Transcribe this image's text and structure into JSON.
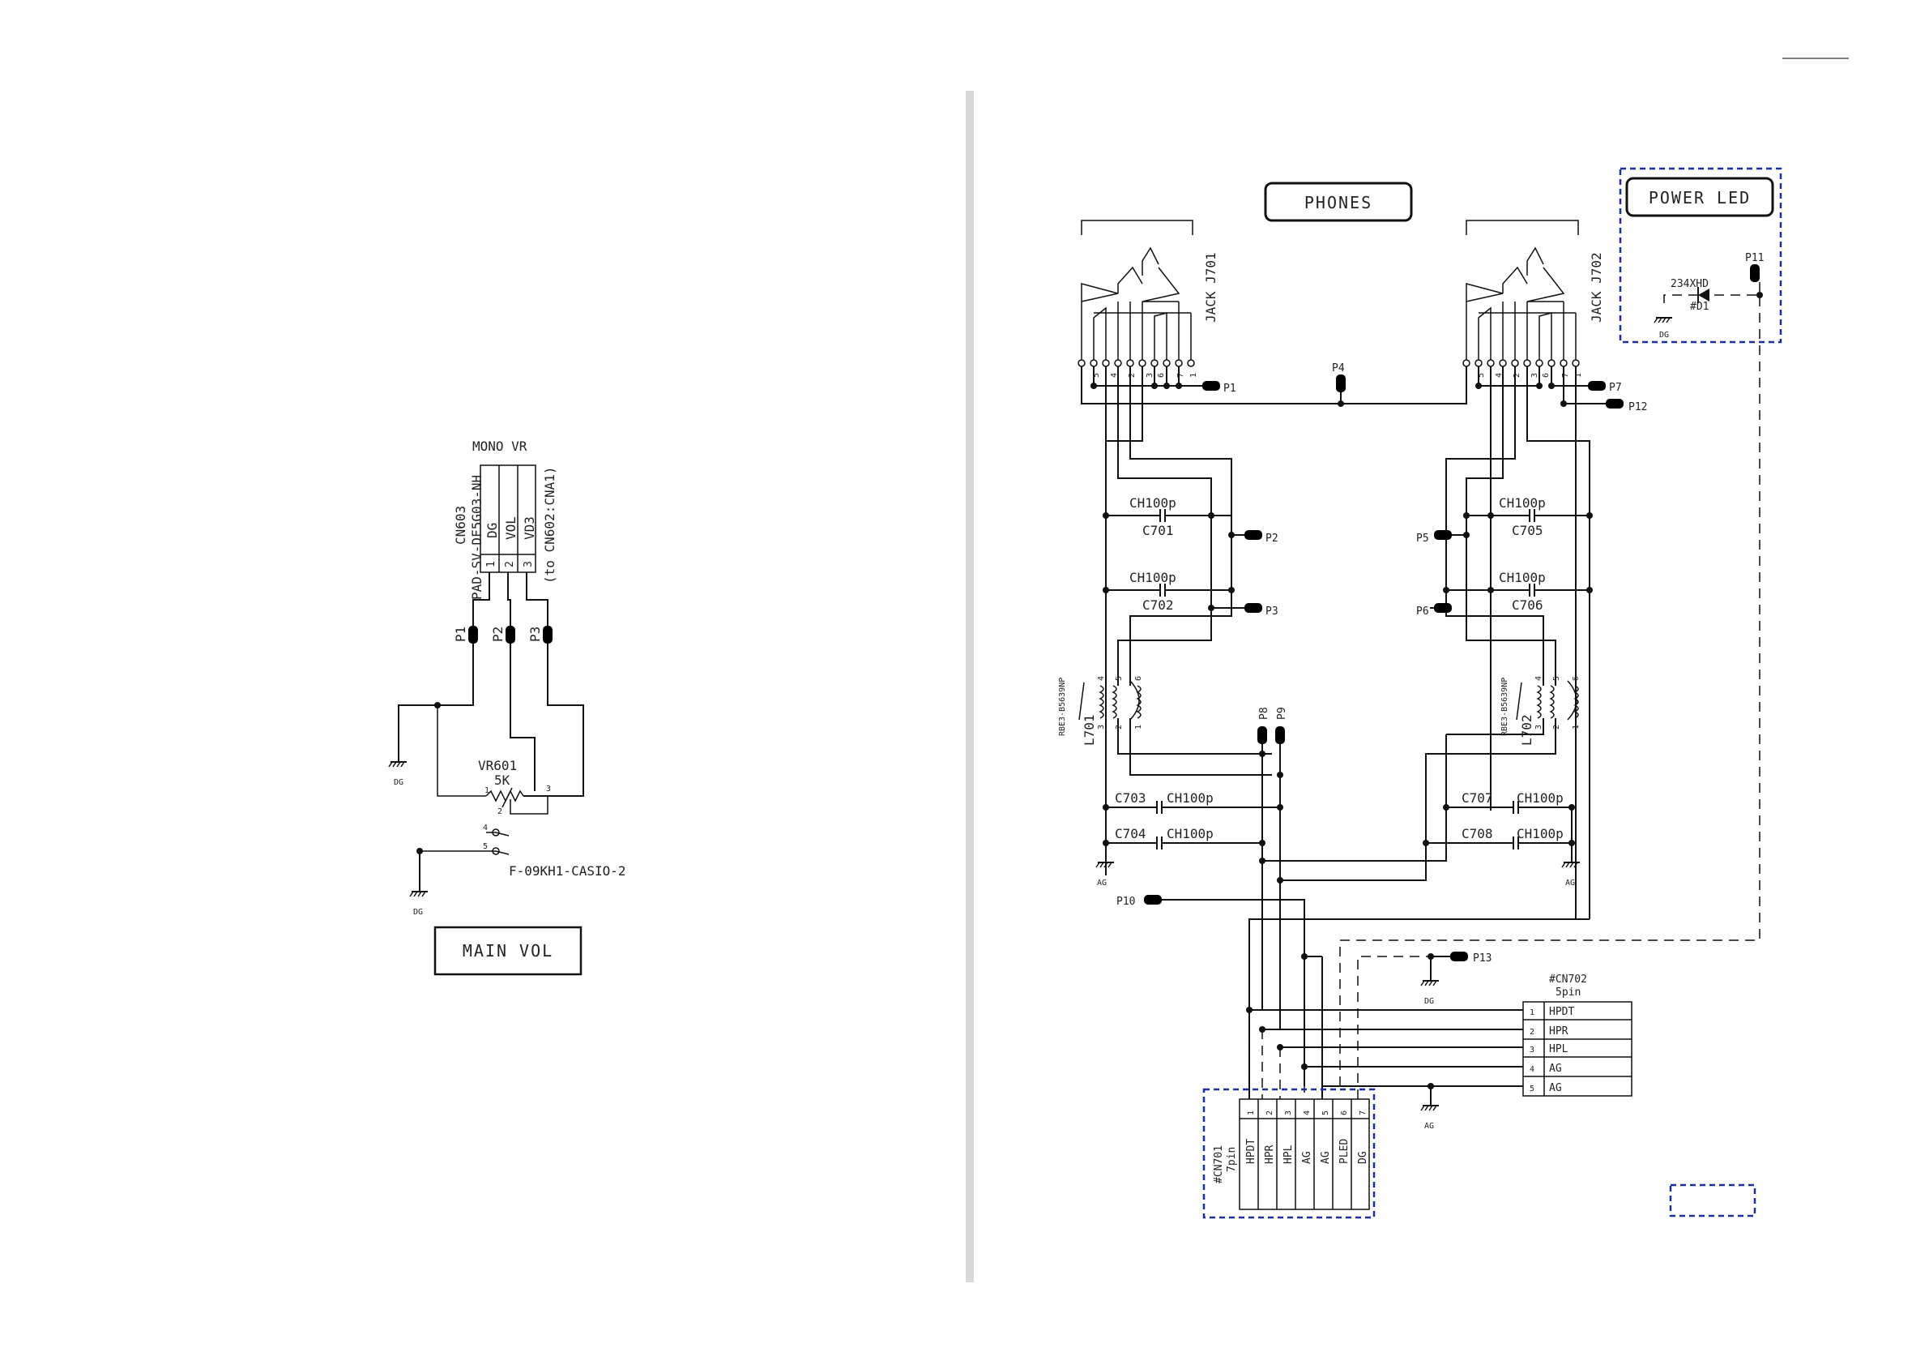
{
  "titles": {
    "phones": "PHONES",
    "power_led": "POWER LED",
    "main_vol": "MAIN VOL"
  },
  "left": {
    "cn603": "CN603",
    "cn603_part": "PAD-SV-DF5G03-NH",
    "mono_vr": "MONO VR",
    "to_cn602": "(to CN602:CNA1)",
    "pins": [
      {
        "num": "1",
        "name": "DG"
      },
      {
        "num": "2",
        "name": "VOL"
      },
      {
        "num": "3",
        "name": "VD3"
      }
    ],
    "p1": "P1",
    "p2": "P2",
    "p3": "P3",
    "vr601": "VR601",
    "vr601_value": "5K",
    "vr_pin1": "1",
    "vr_pin2": "2",
    "vr_pin3": "3",
    "sw_pin4": "4",
    "sw_pin5": "5",
    "jack_part": "F-09KH1-CASIO-2",
    "gnd_dg": "DG"
  },
  "jacks": {
    "j701": "JACK J701",
    "j702": "JACK J702",
    "pin_numbers": [
      "5",
      "4",
      "2",
      "3",
      "6",
      "7",
      "1"
    ]
  },
  "caps": {
    "c701": {
      "ref": "C701",
      "value": "CH100p"
    },
    "c702": {
      "ref": "C702",
      "value": "CH100p"
    },
    "c703": {
      "ref": "C703",
      "value": "CH100p"
    },
    "c704": {
      "ref": "C704",
      "value": "CH100p"
    },
    "c705": {
      "ref": "C705",
      "value": "CH100p"
    },
    "c706": {
      "ref": "C706",
      "value": "CH100p"
    },
    "c707": {
      "ref": "C707",
      "value": "CH100p"
    },
    "c708": {
      "ref": "C708",
      "value": "CH100p"
    }
  },
  "coils": {
    "l701": "L701",
    "l702": "L702",
    "part": "RBE3-B5639NP",
    "pins": [
      "3",
      "2",
      "1",
      "4",
      "5",
      "6"
    ]
  },
  "test_points": {
    "p1": "P1",
    "p2": "P2",
    "p3": "P3",
    "p4": "P4",
    "p5": "P5",
    "p6": "P6",
    "p7": "P7",
    "p8": "P8",
    "p9": "P9",
    "p10": "P10",
    "p11": "P11",
    "p12": "P12",
    "p13": "P13"
  },
  "led": {
    "part": "234XHD",
    "ref": "#D1",
    "gnd": "DG"
  },
  "cn701": {
    "ref": "#CN701",
    "pins_count": "7pin",
    "pins": [
      {
        "num": "1",
        "name": "HPDT"
      },
      {
        "num": "2",
        "name": "HPR"
      },
      {
        "num": "3",
        "name": "HPL"
      },
      {
        "num": "4",
        "name": "AG"
      },
      {
        "num": "5",
        "name": "AG"
      },
      {
        "num": "6",
        "name": "PLED"
      },
      {
        "num": "7",
        "name": "DG"
      }
    ]
  },
  "cn702": {
    "ref": "#CN702",
    "pins_count": "5pin",
    "pins": [
      {
        "num": "1",
        "name": "HPDT"
      },
      {
        "num": "2",
        "name": "HPR"
      },
      {
        "num": "3",
        "name": "HPL"
      },
      {
        "num": "4",
        "name": "AG"
      },
      {
        "num": "5",
        "name": "AG"
      }
    ]
  },
  "grounds": {
    "ag": "AG",
    "dg": "DG"
  },
  "colors": {
    "ink": "#111111",
    "dashed_box": "#1a2fa6",
    "divider": "#d9d9d9"
  }
}
